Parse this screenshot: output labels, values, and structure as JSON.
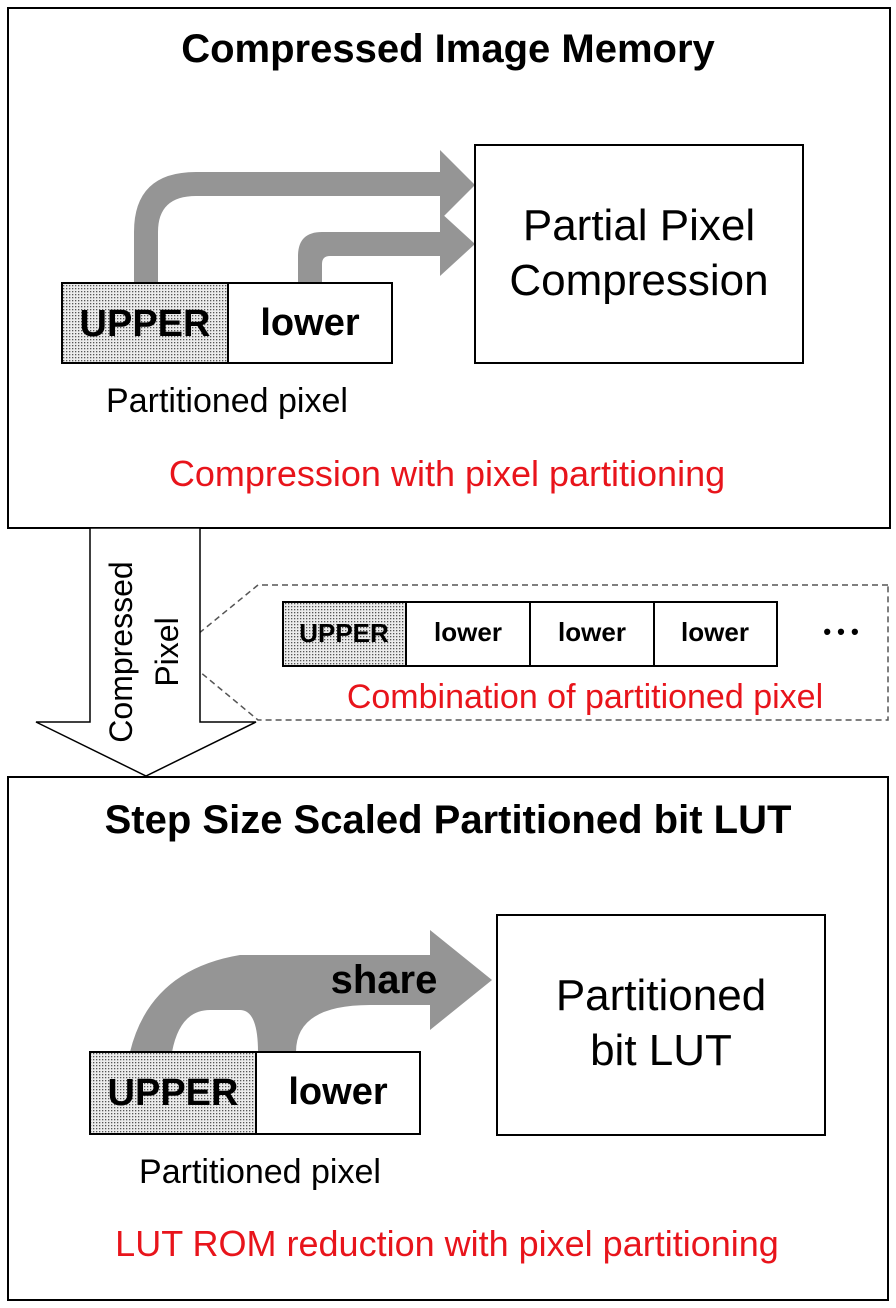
{
  "top_panel": {
    "title": "Compressed Image Memory",
    "box_line1": "Partial Pixel",
    "box_line2": "Compression",
    "upper_label": "UPPER",
    "lower_label": "lower",
    "pixel_caption": "Partitioned pixel",
    "red_caption": "Compression with pixel partitioning"
  },
  "middle": {
    "arrow_line1": "Compressed",
    "arrow_line2": "Pixel",
    "combo_upper": "UPPER",
    "combo_lower": [
      "lower",
      "lower",
      "lower"
    ],
    "ellipsis": "• • •",
    "red_caption": "Combination of partitioned pixel"
  },
  "bottom_panel": {
    "title": "Step Size Scaled Partitioned bit LUT",
    "arrow_label": "share",
    "box_line1": "Partitioned",
    "box_line2": "bit LUT",
    "upper_label": "UPPER",
    "lower_label": "lower",
    "pixel_caption": "Partitioned pixel",
    "red_caption": "LUT ROM reduction with pixel partitioning"
  },
  "colors": {
    "accent_red": "#e8141b",
    "arrow_gray": "#959595",
    "stipple": "#cfcfcf"
  }
}
